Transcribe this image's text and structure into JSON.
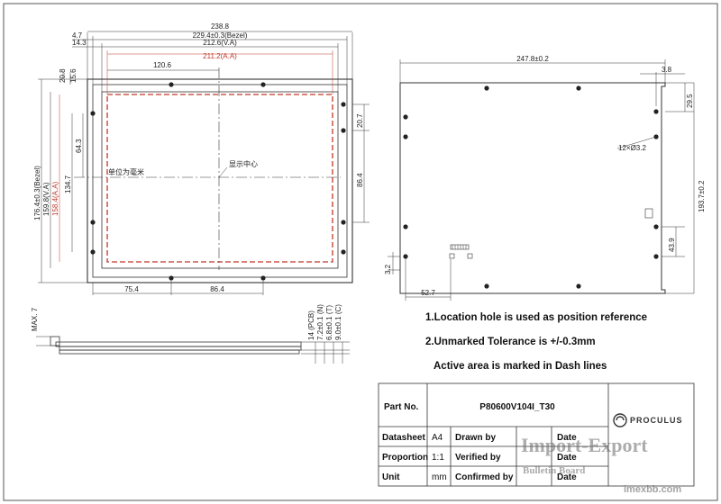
{
  "front_view": {
    "dims": {
      "overall_width": "238.8",
      "bezel_width": "229.4±0.3(Bezel)",
      "va_width": "212.6(V.A)",
      "aa_width": "211.2(A.A)",
      "left_offset_1": "4.7",
      "left_offset_2": "14.3",
      "center_x": "120.6",
      "top_1": "20.8",
      "top_2": "15.6",
      "overall_height": "176.4±0.3(Bezel)",
      "va_height": "159.8(V.A)",
      "aa_height": "158.4(A.A)",
      "inner_height": "134.7",
      "center_y": "64.3",
      "right_top": "20.7",
      "right_mid": "86.4",
      "bottom_left": "75.4",
      "bottom_mid": "86.4"
    },
    "label_units": "单位为毫米",
    "label_center": "显示中心"
  },
  "side_view": {
    "max_label": "MAX. 7",
    "dims": [
      "14 (PCB)",
      "7.2±0.1 (N)",
      "6.8±0.1 (T)",
      "9.0±0.1 (C)"
    ]
  },
  "back_view": {
    "dims": {
      "width": "247.8±0.2",
      "right_offset": "3.8",
      "top_right": "29.5",
      "holes": "12×Ø3.2",
      "height": "193.7±0.2",
      "right_low": "43.9",
      "bottom_left": "3.2",
      "bottom_width": "52.7"
    }
  },
  "notes": [
    "1.Location hole is used as position reference",
    "2.Unmarked Tolerance is +/-0.3mm",
    "Active area is marked in Dash lines"
  ],
  "title_block": {
    "part_no_label": "Part No.",
    "part_no_value": "P80600V104I_T30",
    "brand": "PROCULUS",
    "rows": [
      {
        "label": "Datasheet",
        "value": "A4",
        "role": "Drawn by",
        "date": "Date"
      },
      {
        "label": "Proportion",
        "value": "1:1",
        "role": "Verified by",
        "date": "Date"
      },
      {
        "label": "Unit",
        "value": "mm",
        "role": "Confirmed by",
        "date": "Date"
      }
    ]
  },
  "watermark": {
    "line1": "Import-Export",
    "line2": "Bulletin Board",
    "site": "imexbb.com"
  },
  "colors": {
    "line": "#333333",
    "accent": "#c0392b"
  }
}
